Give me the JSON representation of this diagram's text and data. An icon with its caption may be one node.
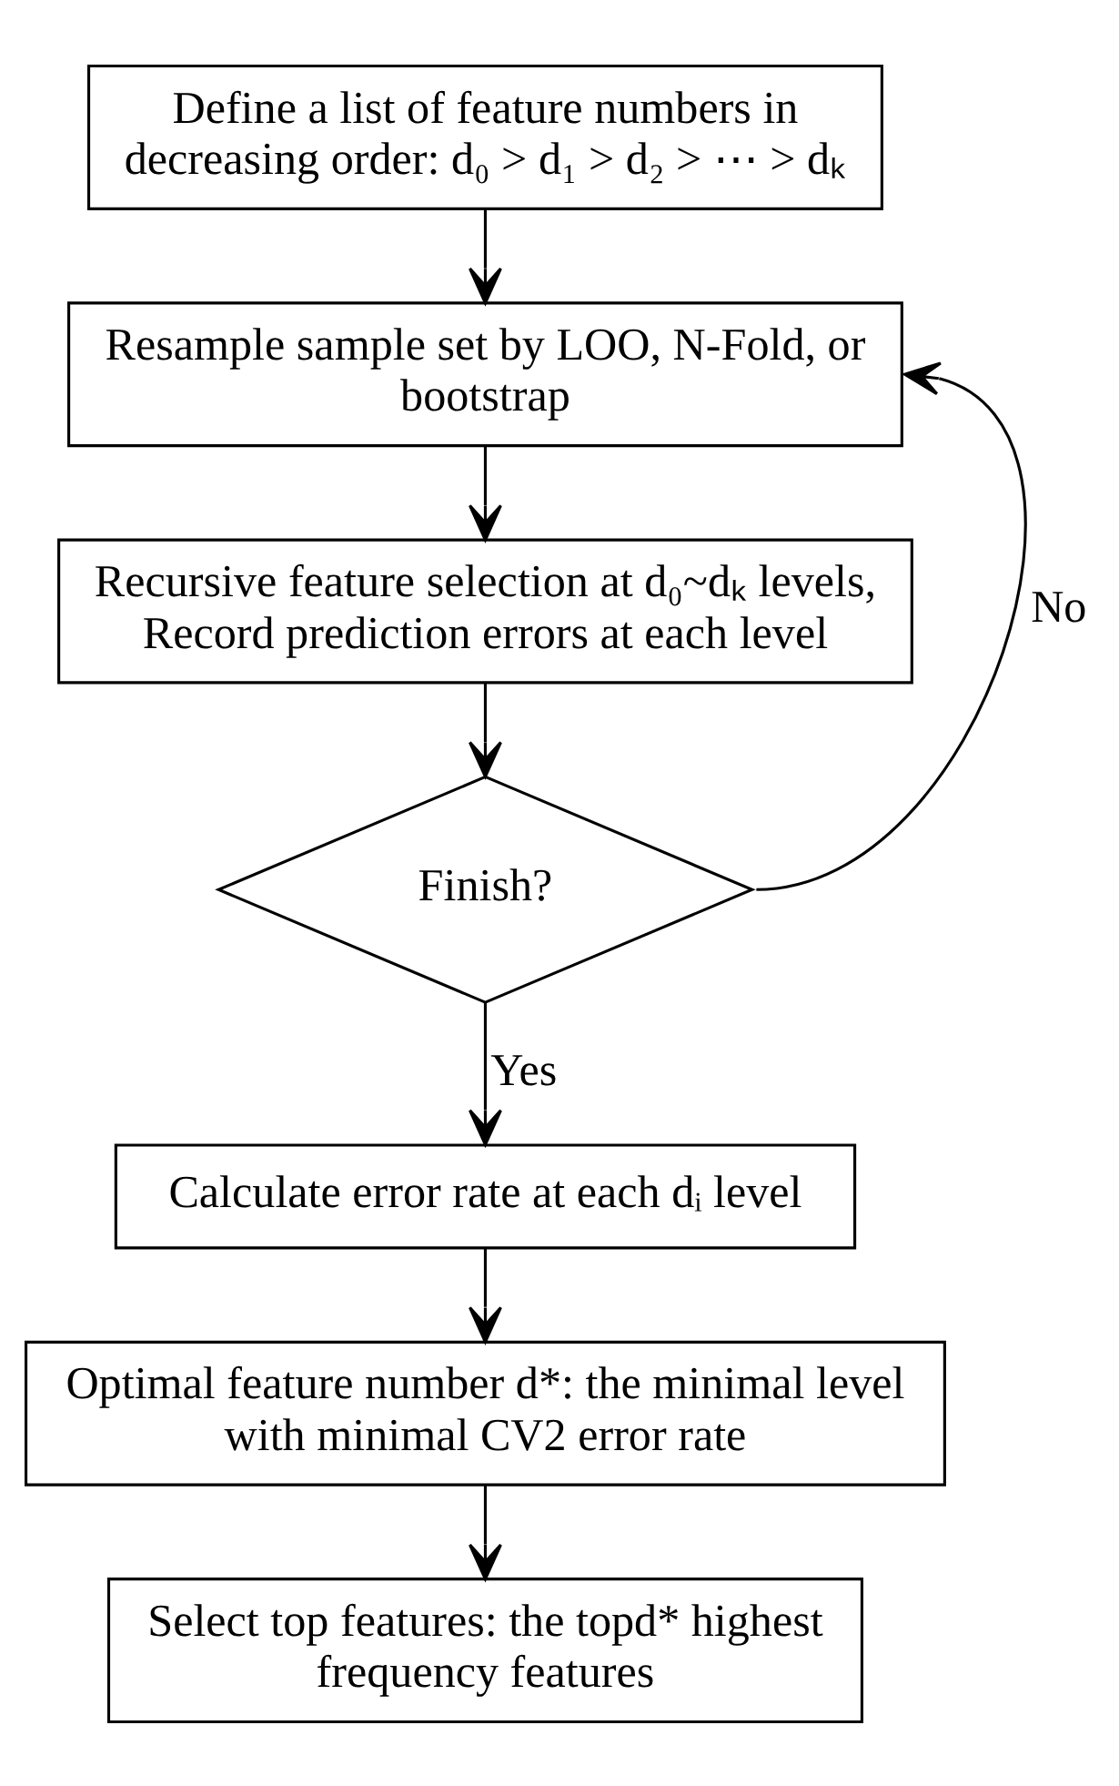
{
  "diagram": {
    "nodes": [
      {
        "text": [
          "Define a list of feature numbers in decreasing order: d₀ > d₁ > d₂ > ⋯ > dₖ"
        ]
      },
      {
        "text": [
          "Resample sample set by LOO, N-Fold, or bootstrap"
        ]
      },
      {
        "text": [
          "Recursive feature selection at d₀~dₖ levels, Record prediction errors at each level"
        ]
      },
      {
        "text": [
          "Finish?"
        ]
      },
      {
        "text": [
          "Calculate error rate at each dᵢ level"
        ]
      },
      {
        "text": [
          "Optimal feature number d*: the minimal level with minimal CV2 error rate"
        ]
      },
      {
        "text": [
          "Select top features: the topd* highest frequency features"
        ]
      }
    ],
    "edges": [
      {
        "from": 0,
        "to": 1,
        "arrow": "to"
      },
      {
        "from": 1,
        "to": 2,
        "arrow": "to"
      },
      {
        "from": 2,
        "to": 3,
        "arrow": "to"
      },
      {
        "from": 3,
        "to": 4,
        "arrow": "to",
        "label": "Yes"
      },
      {
        "from": 3,
        "to": 1,
        "arrow": "to",
        "label": "No"
      },
      {
        "from": 4,
        "to": 5,
        "arrow": "to"
      },
      {
        "from": 5,
        "to": 6,
        "arrow": "to"
      }
    ]
  }
}
